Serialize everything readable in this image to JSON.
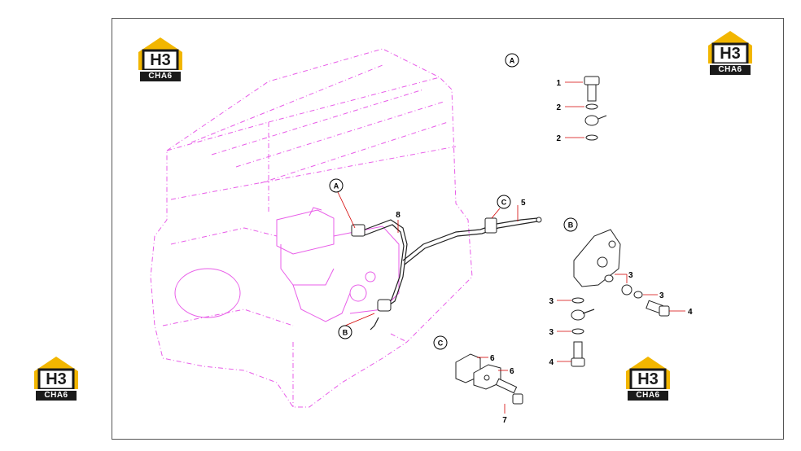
{
  "logos": [
    {
      "mark": "H3",
      "tag": "CHA6"
    },
    {
      "mark": "H3",
      "tag": "CHA6"
    },
    {
      "mark": "H3",
      "tag": "CHA6"
    },
    {
      "mark": "H3",
      "tag": "CHA6"
    }
  ],
  "views": {
    "a": "A",
    "b": "B",
    "c": "C"
  },
  "callouts": {
    "a1": "1",
    "a2": "2",
    "a3": "2",
    "b1": "3",
    "b2": "3",
    "b3": "3",
    "b4": "4",
    "b5": "3",
    "b6": "4",
    "c1": "6",
    "c2": "6",
    "c3": "7",
    "m5": "5",
    "m8": "8"
  },
  "colors": {
    "engine_outline": "#e85ce8",
    "leader": "#d40000",
    "logo_roof": "#f2b600",
    "logo_dark": "#1a1a1a"
  }
}
